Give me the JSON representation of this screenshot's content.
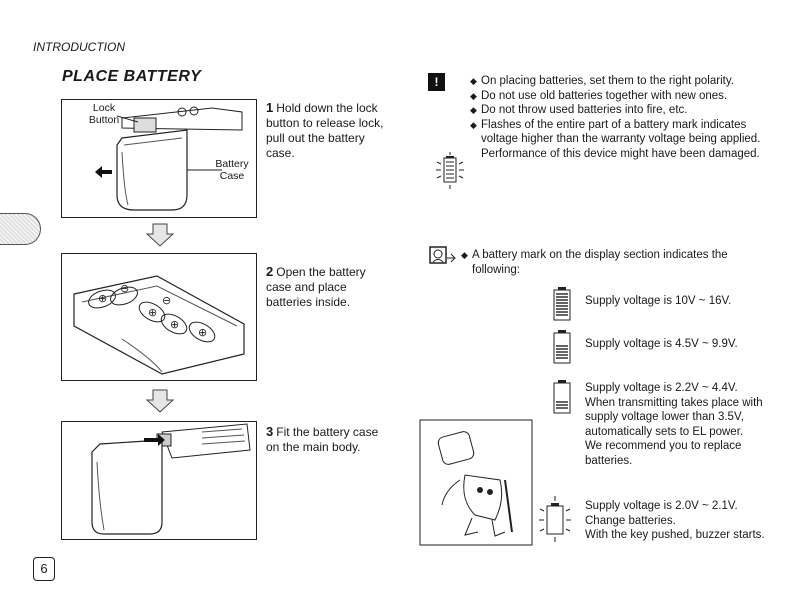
{
  "header": {
    "section": "INTRODUCTION",
    "title": "PLACE BATTERY"
  },
  "figures": {
    "fig1_lock_label": "Lock Button",
    "fig1_case_label": "Battery Case"
  },
  "steps": [
    {
      "num": "1",
      "text": "Hold down the lock button to release lock, pull out the battery case."
    },
    {
      "num": "2",
      "text": "Open the battery case and place batteries inside."
    },
    {
      "num": "3",
      "text": "Fit the battery case on the main body."
    }
  ],
  "cautions": [
    "On placing batteries, set them to the right polarity.",
    "Do not use old batteries together with new ones.",
    "Do not throw used batteries into fire, etc.",
    "Flashes of the entire part of a battery mark indicates voltage higher than the warranty voltage being applied.",
    "Performance of this device might have been damaged."
  ],
  "tip": "A battery mark on the display section indicates the following:",
  "battery_states": [
    {
      "icon": "battery-full-icon",
      "level": 1.0,
      "lines": [
        "Supply voltage is 10V ~ 16V."
      ]
    },
    {
      "icon": "battery-two-thirds-icon",
      "level": 0.66,
      "lines": [
        "Supply voltage is 4.5V ~ 9.9V."
      ]
    },
    {
      "icon": "battery-one-third-icon",
      "level": 0.33,
      "lines": [
        "Supply voltage is 2.2V ~ 4.4V.",
        "When transmitting takes place with supply voltage lower than 3.5V, automatically sets to EL power.",
        "We recommend you to replace batteries."
      ]
    },
    {
      "icon": "battery-empty-flashing-icon",
      "level": 0.0,
      "lines": [
        "Supply voltage is 2.0V ~ 2.1V.",
        "Change batteries.",
        "With the key pushed, buzzer starts."
      ]
    }
  ],
  "page_number": "6"
}
